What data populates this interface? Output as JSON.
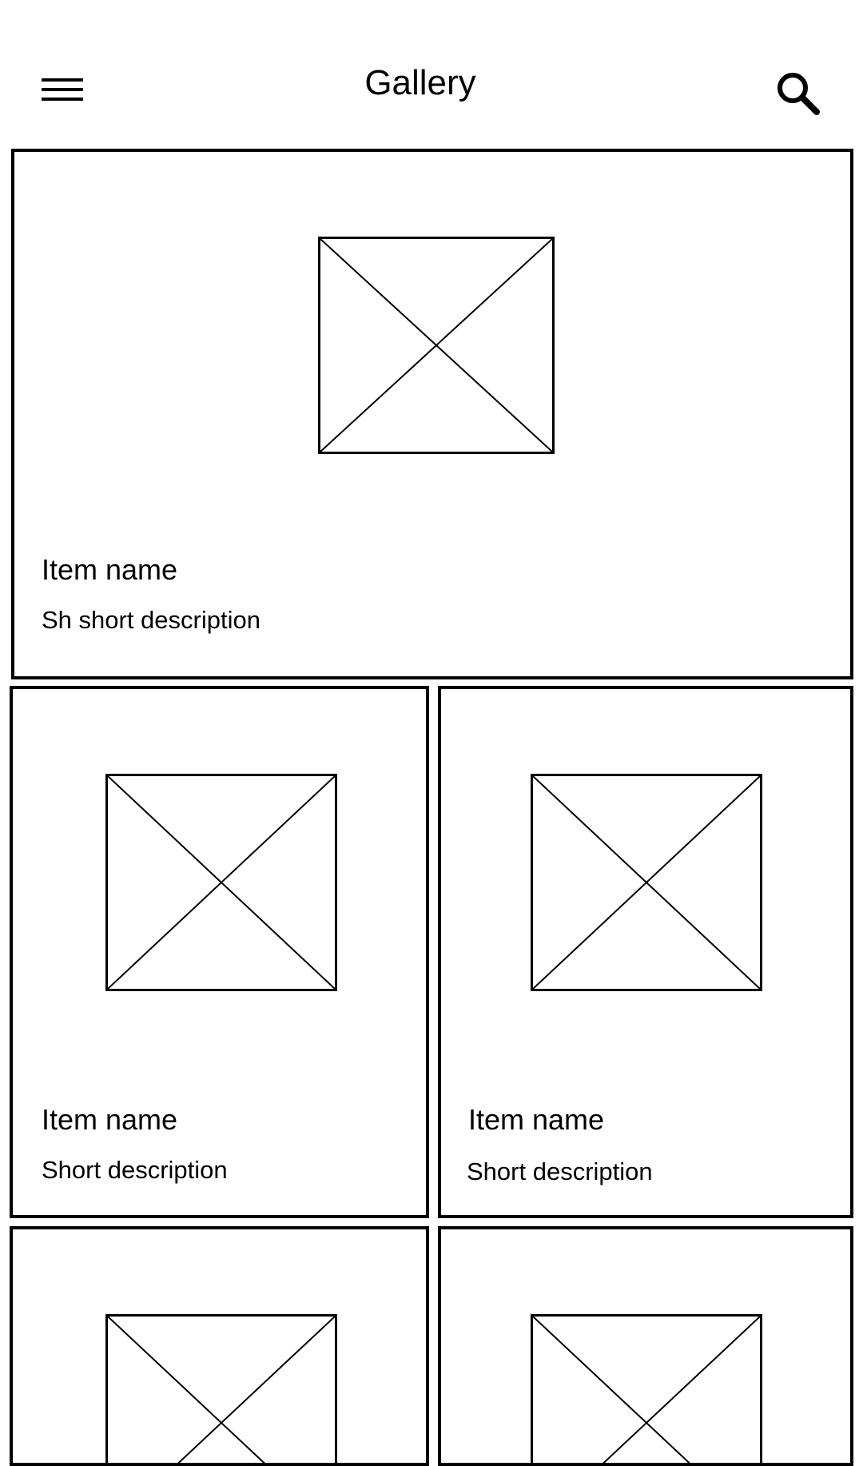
{
  "header": {
    "title": "Gallery",
    "menu_icon": "hamburger-menu-icon",
    "search_icon": "search-icon"
  },
  "featured": {
    "name": "Item name",
    "description": "Sh short description",
    "image_icon": "image-placeholder-icon"
  },
  "grid": [
    {
      "name": "Item name",
      "description": "Short description",
      "image_icon": "image-placeholder-icon"
    },
    {
      "name": "Item name",
      "description": "Short description",
      "image_icon": "image-placeholder-icon"
    },
    {
      "name": "",
      "description": "",
      "image_icon": "image-placeholder-icon"
    },
    {
      "name": "",
      "description": "",
      "image_icon": "image-placeholder-icon"
    }
  ],
  "colors": {
    "stroke": "#000000",
    "background": "#ffffff"
  }
}
